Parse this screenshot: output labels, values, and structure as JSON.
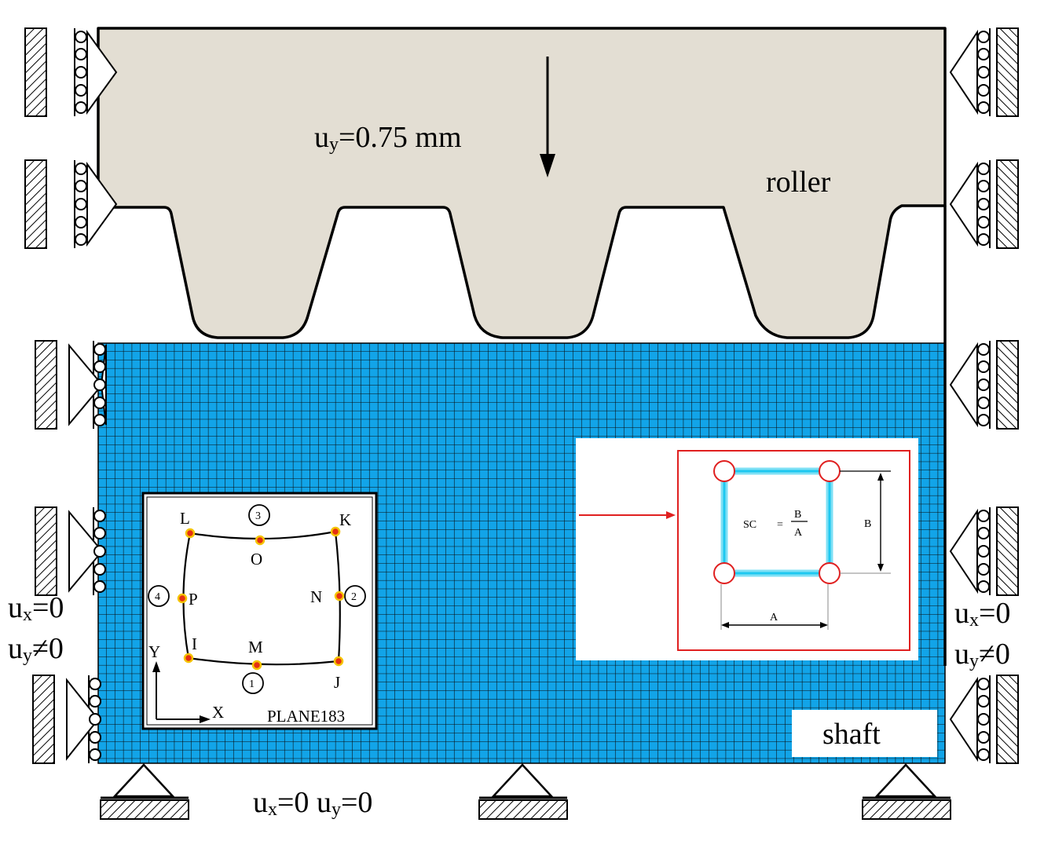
{
  "roller": {
    "label": "roller",
    "load_var": "u",
    "load_sub": "y",
    "load_value": "=0.75 mm",
    "fill": "#e3ded3"
  },
  "shaft": {
    "label": "shaft",
    "mesh_color": "#12a4e8",
    "grid_color": "#0a0a0a"
  },
  "bc_left": {
    "line1": {
      "var": "u",
      "sub": "x",
      "rest": "=0"
    },
    "line2": {
      "var": "u",
      "sub": "y",
      "rest": "≠0"
    }
  },
  "bc_right": {
    "line1": {
      "var": "u",
      "sub": "x",
      "rest": "=0"
    },
    "line2": {
      "var": "u",
      "sub": "y",
      "rest": "≠0"
    }
  },
  "bc_bottom": {
    "var1": "u",
    "sub1": "x",
    "rest1": "=0 ",
    "var2": "u",
    "sub2": "y",
    "rest2": "=0"
  },
  "element": {
    "name": "PLANE183",
    "nodes": {
      "L": "L",
      "K": "K",
      "O": "O",
      "P": "P",
      "N": "N",
      "I": "I",
      "M": "M",
      "J": "J"
    },
    "faces": [
      "1",
      "2",
      "3",
      "4"
    ],
    "axis_x": "X",
    "axis_y": "Y",
    "node_color": "#e53012"
  },
  "skewness": {
    "formula_lhs": "SC",
    "formula_eq": "=",
    "numerator": "B",
    "denominator": "A",
    "dim_a": "A",
    "dim_b": "B",
    "frame_color": "#e02020"
  }
}
